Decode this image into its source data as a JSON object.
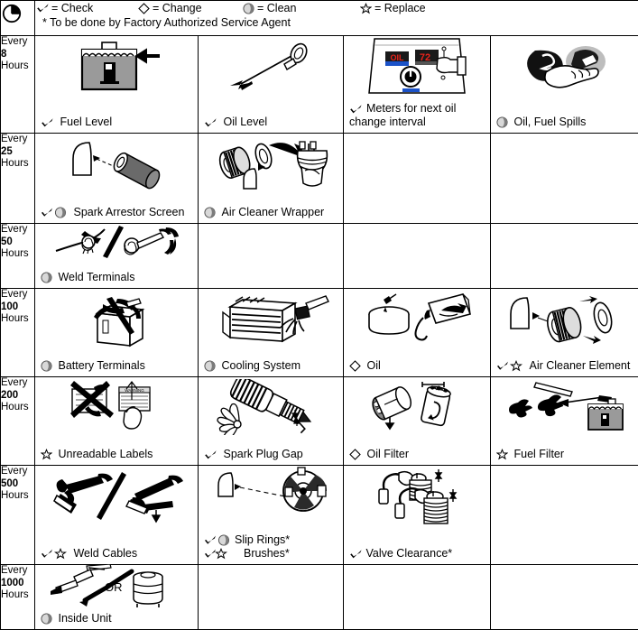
{
  "header": {
    "clock_icon": "clock-icon",
    "legend": [
      {
        "symbol": "check",
        "label": "= Check"
      },
      {
        "symbol": "diamond",
        "label": "= Change"
      },
      {
        "symbol": "clean",
        "label": "= Clean"
      },
      {
        "symbol": "star",
        "label": "= Replace"
      }
    ],
    "footnote": "* To be done by Factory Authorized Service Agent"
  },
  "rows": [
    {
      "interval_prefix": "Every",
      "interval_value": "8",
      "interval_suffix": "Hours",
      "cells": [
        {
          "icon": "fuel-tank-icon",
          "symbols": [
            "check"
          ],
          "label": "Fuel Level"
        },
        {
          "icon": "dipstick-icon",
          "symbols": [
            "check"
          ],
          "label": "Oil Level"
        },
        {
          "icon": "meter-panel-icon",
          "symbols": [
            "check"
          ],
          "label": "Meters for next oil",
          "label2": "change interval"
        },
        {
          "icon": "hand-wiping-icon",
          "symbols": [
            "clean"
          ],
          "label": "Oil, Fuel Spills"
        }
      ]
    },
    {
      "interval_prefix": "Every",
      "interval_value": "25",
      "interval_suffix": "Hours",
      "cells": [
        {
          "icon": "spark-arrestor-icon",
          "symbols": [
            "check",
            "clean"
          ],
          "label": "Spark Arrestor Screen"
        },
        {
          "icon": "air-cleaner-wrapper-icon",
          "symbols": [
            "clean"
          ],
          "label": "Air Cleaner Wrapper"
        },
        {
          "icon": "",
          "symbols": [],
          "label": ""
        },
        {
          "icon": "",
          "symbols": [],
          "label": ""
        }
      ]
    },
    {
      "interval_prefix": "Every",
      "interval_value": "50",
      "interval_suffix": "Hours",
      "cells": [
        {
          "icon": "weld-terminals-icon",
          "symbols": [
            "clean"
          ],
          "label": "Weld Terminals"
        },
        {
          "icon": "",
          "symbols": [],
          "label": ""
        },
        {
          "icon": "",
          "symbols": [],
          "label": ""
        },
        {
          "icon": "",
          "symbols": [],
          "label": ""
        }
      ]
    },
    {
      "interval_prefix": "Every",
      "interval_value": "100",
      "interval_suffix": "Hours",
      "cells": [
        {
          "icon": "battery-terminals-icon",
          "symbols": [
            "clean"
          ],
          "label": "Battery Terminals"
        },
        {
          "icon": "cooling-system-icon",
          "symbols": [
            "clean"
          ],
          "label": "Cooling System"
        },
        {
          "icon": "oil-change-icon",
          "symbols": [
            "diamond"
          ],
          "label": "Oil"
        },
        {
          "icon": "air-cleaner-element-icon",
          "symbols": [
            "check",
            "star"
          ],
          "label": "Air Cleaner Element"
        }
      ]
    },
    {
      "interval_prefix": "Every",
      "interval_value": "200",
      "interval_suffix": "Hours",
      "cells": [
        {
          "icon": "unreadable-labels-icon",
          "symbols": [
            "star"
          ],
          "label": "Unreadable Labels"
        },
        {
          "icon": "spark-plug-icon",
          "symbols": [
            "check"
          ],
          "label": "Spark Plug Gap"
        },
        {
          "icon": "oil-filter-icon",
          "symbols": [
            "diamond"
          ],
          "label": "Oil Filter"
        },
        {
          "icon": "fuel-filter-icon",
          "symbols": [
            "star"
          ],
          "label": "Fuel Filter"
        }
      ]
    },
    {
      "interval_prefix": "Every",
      "interval_value": "500",
      "interval_suffix": "Hours",
      "cells": [
        {
          "icon": "weld-cables-icon",
          "symbols": [
            "check",
            "star"
          ],
          "label": "Weld Cables"
        },
        {
          "icon": "slip-rings-icon",
          "symbols": [
            "check",
            "clean"
          ],
          "label": "Slip Rings*",
          "symbols2": [
            "check",
            "star"
          ],
          "label2": "Brushes*"
        },
        {
          "icon": "valve-clearance-icon",
          "symbols": [
            "check"
          ],
          "label": "Valve Clearance*"
        },
        {
          "icon": "",
          "symbols": [],
          "label": ""
        }
      ]
    },
    {
      "interval_prefix": "Every",
      "interval_value": "1000",
      "interval_suffix": "Hours",
      "cells": [
        {
          "icon": "inside-unit-icon",
          "symbols": [
            "clean"
          ],
          "label": "Inside Unit"
        },
        {
          "icon": "",
          "symbols": [],
          "label": ""
        },
        {
          "icon": "",
          "symbols": [],
          "label": ""
        },
        {
          "icon": "",
          "symbols": [],
          "label": ""
        }
      ]
    }
  ],
  "colors": {
    "line": "#000000",
    "tank_fill": "#9a9a9a",
    "led_red": "#e8231a",
    "led_blue": "#1b52c8",
    "clean_symbol": "#b5b5b5"
  }
}
